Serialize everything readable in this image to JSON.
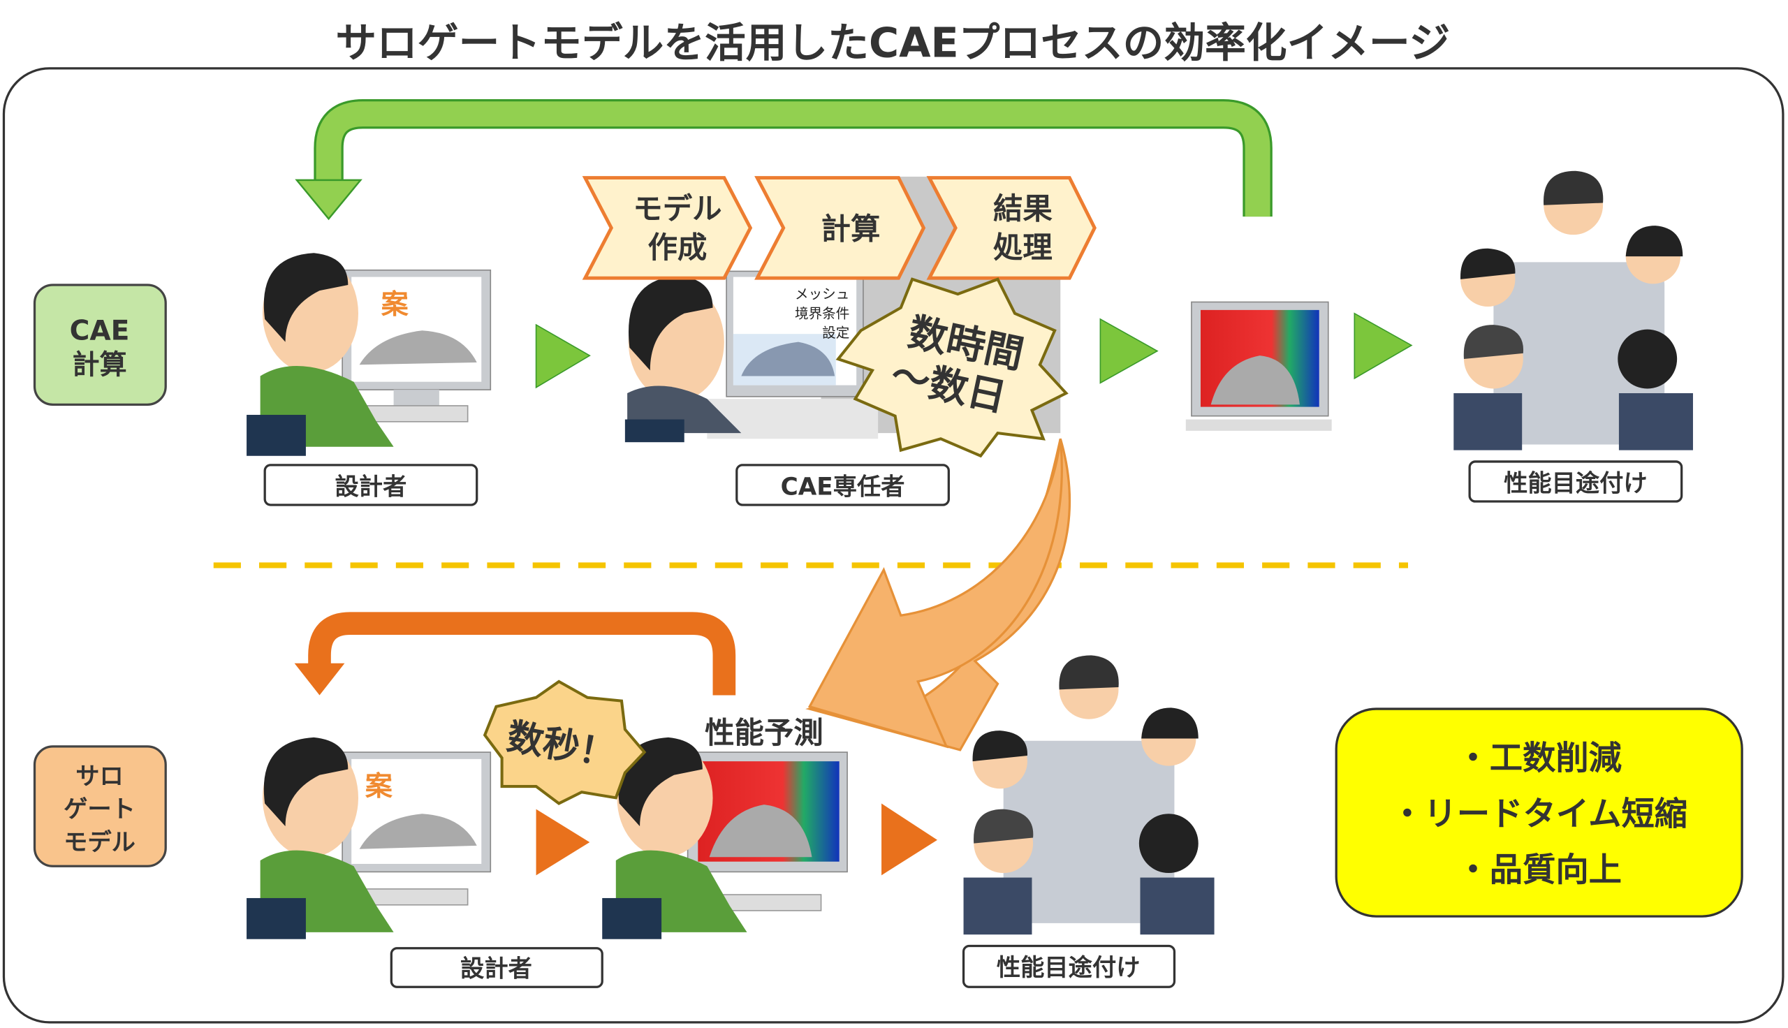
{
  "title": "サロゲートモデルを活用したCAEプロセスの効率化イメージ",
  "cae_row": {
    "label_lines": [
      "CAE",
      "計算"
    ],
    "designer_label": "設計者",
    "draft_mark": "案",
    "steps": [
      {
        "lines": [
          "モデル",
          "作成"
        ]
      },
      {
        "lines": [
          "計算"
        ]
      },
      {
        "lines": [
          "結果",
          "処理"
        ]
      }
    ],
    "screen_notes": [
      "メッシュ",
      "境界条件",
      "設定"
    ],
    "specialist_label": "CAE専任者",
    "duration_lines": [
      "数時間",
      "〜数日"
    ],
    "meeting_label": "性能目途付け"
  },
  "surrogate_row": {
    "label_lines": [
      "サロ",
      "ゲート",
      "モデル"
    ],
    "designer_label": "設計者",
    "draft_mark": "案",
    "duration": "数秒！",
    "prediction_label": "性能予測",
    "meeting_label": "性能目途付け"
  },
  "benefits": [
    "・工数削減",
    "・リードタイム短縮",
    "・品質向上"
  ],
  "colors": {
    "green": "#92d050",
    "orange": "#e9711c",
    "light_orange": "#f6b26b",
    "yellow": "#ffff00",
    "chevron_fill": "#fff2cc",
    "dash": "#f5c400"
  }
}
